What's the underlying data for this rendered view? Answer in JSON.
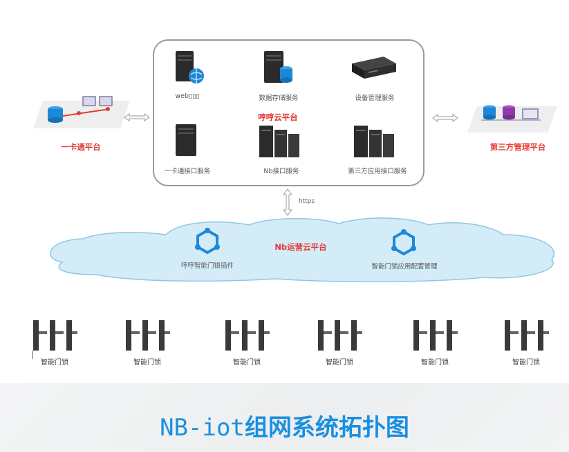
{
  "platform": {
    "title": "哼哼云平台",
    "services": [
      {
        "label": "web▯▯▯",
        "icon": "web-server-icon"
      },
      {
        "label": "数据存储服务",
        "icon": "database-server-icon"
      },
      {
        "label": "设备管理服务",
        "icon": "device-server-icon"
      },
      {
        "label": "一卡通接口服务",
        "icon": "tower-server-icon"
      },
      {
        "label": "Nb接口服务",
        "icon": "server-rack-icon"
      },
      {
        "label": "第三方应用接口服务",
        "icon": "server-rack-icon"
      }
    ]
  },
  "left_platform": {
    "label": "一卡通平台"
  },
  "right_platform": {
    "label": "第三方管理平台"
  },
  "link_label": "https",
  "nb_cloud": {
    "title": "Nb运营云平台",
    "plugins": [
      {
        "label": "哼哼智能门锁插件"
      },
      {
        "label": "智能门锁应用配置管理"
      }
    ]
  },
  "locks": [
    {
      "label": "智能门锁"
    },
    {
      "label": "智能门锁"
    },
    {
      "label": "智能门锁"
    },
    {
      "label": "智能门锁"
    },
    {
      "label": "智能门锁"
    },
    {
      "label": "智能门锁"
    }
  ],
  "caption": {
    "latin": "NB-iot",
    "cjk": "组网系统拓扑图"
  },
  "colors": {
    "label_red": "#e53935",
    "caption_blue": "#1a8fe0",
    "cloud_fill": "#d4ecf8",
    "cloud_stroke": "#8ec7e6",
    "network_icon_blue": "#1e88d8"
  }
}
